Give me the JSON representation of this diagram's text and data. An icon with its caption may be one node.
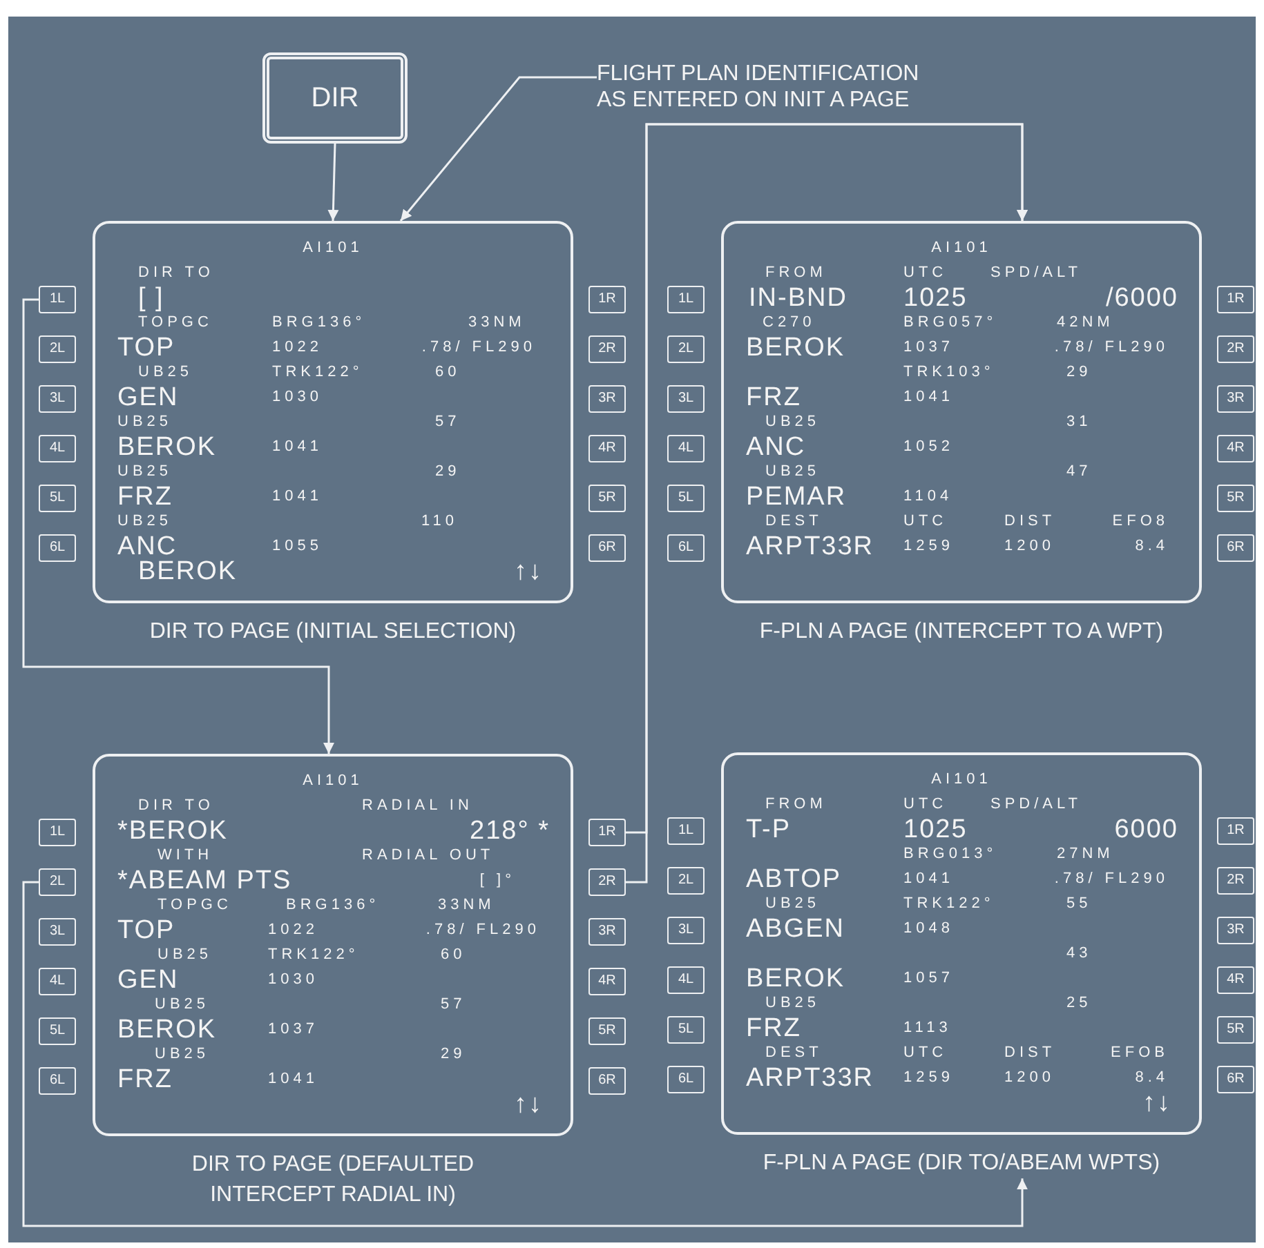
{
  "diagram": {
    "nodes": [
      {
        "text": [
          "DIR"
        ]
      },
      {
        "text": [
          "FLIGHT PLAN IDENTIFICATION AS ENTERED ON INIT A PAGE"
        ]
      },
      {
        "text": [
          "AI101",
          "DIR TO",
          "[ ]",
          "TOPGC",
          "BRG136°",
          "33NM",
          "TOP",
          "1022",
          ".78/ FL290",
          "UB25",
          "TRK122°",
          "60",
          "GEN",
          "1030",
          "UB25",
          "57",
          "BEROK",
          "1041",
          "UB25",
          "29",
          "FRZ",
          "1041",
          "UB25",
          "110",
          "ANC",
          "1055",
          "BEROK",
          "↑↓"
        ],
        "beside": [
          "DIR TO PAGE (INITIAL SELECTION)"
        ]
      },
      {
        "text": [
          "1L"
        ]
      },
      {
        "text": [
          "1R"
        ]
      },
      {
        "text": [
          "2L"
        ]
      },
      {
        "text": [
          "2R"
        ]
      },
      {
        "text": [
          "3L"
        ]
      },
      {
        "text": [
          "3R"
        ]
      },
      {
        "text": [
          "4L"
        ]
      },
      {
        "text": [
          "4R"
        ]
      },
      {
        "text": [
          "5L"
        ]
      },
      {
        "text": [
          "5R"
        ]
      },
      {
        "text": [
          "6L"
        ]
      },
      {
        "text": [
          "6R"
        ]
      },
      {
        "text": [
          "AI101",
          "FROM",
          "UTC",
          "SPD/ALT",
          "IN-BND",
          "1025",
          "/6000",
          "C270",
          "BRG057°",
          "42NM",
          "BEROK",
          "1037",
          ".78/ FL290",
          "TRK103°",
          "29",
          "FRZ",
          "1041",
          "UB25",
          "31",
          "ANC",
          "1052",
          "UB25",
          "47",
          "PEMAR",
          "1104",
          "DEST",
          "UTC",
          "DIST",
          "EFO8",
          "ARPT33R",
          "1259",
          "1200",
          "8.4"
        ],
        "beside": [
          "F-PLN A PAGE (INTERCEPT TO A WPT)"
        ]
      },
      {
        "text": [
          "1L"
        ]
      },
      {
        "text": [
          "1R"
        ]
      },
      {
        "text": [
          "2L"
        ]
      },
      {
        "text": [
          "2R"
        ]
      },
      {
        "text": [
          "3L"
        ]
      },
      {
        "text": [
          "3R"
        ]
      },
      {
        "text": [
          "4L"
        ]
      },
      {
        "text": [
          "4R"
        ]
      },
      {
        "text": [
          "5L"
        ]
      },
      {
        "text": [
          "5R"
        ]
      },
      {
        "text": [
          "6L"
        ]
      },
      {
        "text": [
          "6R"
        ]
      },
      {
        "text": [
          "AI101",
          "DIR TO",
          "RADIAL IN",
          "*BEROK",
          "218° *",
          "WITH",
          "RADIAL OUT",
          "*ABEAM PTS",
          "[ ]°",
          "TOPGC",
          "BRG136°",
          "33NM",
          "TOP",
          "1022",
          ".78/ FL290",
          "UB25",
          "TRK122°",
          "60",
          "GEN",
          "1030",
          "UB25",
          "57",
          "BEROK",
          "1037",
          "UB25",
          "29",
          "FRZ",
          "1041",
          "↑↓"
        ],
        "beside": [
          "DIR TO PAGE (DEFAULTED INTERCEPT RADIAL IN)"
        ]
      },
      {
        "text": [
          "1L"
        ]
      },
      {
        "text": [
          "1R"
        ]
      },
      {
        "text": [
          "2L"
        ]
      },
      {
        "text": [
          "2R"
        ]
      },
      {
        "text": [
          "3L"
        ]
      },
      {
        "text": [
          "3R"
        ]
      },
      {
        "text": [
          "4L"
        ]
      },
      {
        "text": [
          "4R"
        ]
      },
      {
        "text": [
          "5L"
        ]
      },
      {
        "text": [
          "5R"
        ]
      },
      {
        "text": [
          "6L"
        ]
      },
      {
        "text": [
          "6R"
        ]
      },
      {
        "text": [
          "AI101",
          "FROM",
          "UTC",
          "SPD/ALT",
          "T-P",
          "1025",
          "6000",
          "BRG013°",
          "27NM",
          "ABTOP",
          "1041",
          ".78/ FL290",
          "UB25",
          "TRK122°",
          "55",
          "ABGEN",
          "1048",
          "43",
          "BEROK",
          "1057",
          "UB25",
          "25",
          "FRZ",
          "1113",
          "DEST",
          "UTC",
          "DIST",
          "EFOB",
          "ARPT33R",
          "1259",
          "1200",
          "8.4",
          "↑↓"
        ],
        "beside": [
          "F-PLN A PAGE (DIR TO/ABEAM WPTS)"
        ]
      },
      {
        "text": [
          "1L"
        ]
      },
      {
        "text": [
          "1R"
        ]
      },
      {
        "text": [
          "2L"
        ]
      },
      {
        "text": [
          "2R"
        ]
      },
      {
        "text": [
          "3L"
        ]
      },
      {
        "text": [
          "3R"
        ]
      },
      {
        "text": [
          "4L"
        ]
      },
      {
        "text": [
          "4R"
        ]
      },
      {
        "text": [
          "5L"
        ]
      },
      {
        "text": [
          "5R"
        ]
      },
      {
        "text": [
          "6L"
        ]
      },
      {
        "text": [
          "6R"
        ]
      }
    ],
    "edges": [
      {
        "from": 0,
        "to": 2,
        "arrow": "to"
      },
      {
        "from": 1,
        "to": 2,
        "arrow": "to"
      },
      {
        "from": 3,
        "to": 28,
        "arrow": "to"
      },
      {
        "from": 30,
        "to": 15,
        "arrow": "to"
      },
      {
        "from": 32,
        "to": 15,
        "arrow": "to"
      },
      {
        "from": 31,
        "to": 41,
        "arrow": "to"
      }
    ]
  }
}
